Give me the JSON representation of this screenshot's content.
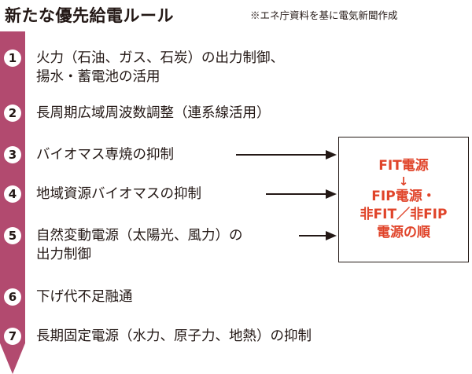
{
  "title": "新たな優先給電ルール",
  "source": "※エネ庁資料を基に電気新聞作成",
  "colors": {
    "band": "#b24a6f",
    "highlight": "#e0442a",
    "text": "#231815"
  },
  "items": [
    {
      "num": "1",
      "line1": "火力（石油、ガス、石炭）の出力制御、",
      "line2": "揚水・蓄電池の活用"
    },
    {
      "num": "2",
      "line1": "長周期広域周波数調整（連系線活用）",
      "line2": ""
    },
    {
      "num": "3",
      "line1": "バイオマス専焼の抑制",
      "line2": ""
    },
    {
      "num": "4",
      "line1": "地域資源バイオマスの抑制",
      "line2": ""
    },
    {
      "num": "5",
      "line1": "自然変動電源（太陽光、風力）の",
      "line2": "出力制御"
    },
    {
      "num": "6",
      "line1": "下げ代不足融通",
      "line2": ""
    },
    {
      "num": "7",
      "line1": "長期固定電源（水力、原子力、地熱）の抑制",
      "line2": ""
    }
  ],
  "box": {
    "line1": "FIT電源",
    "arrow": "↓",
    "line2": "FIP電源・",
    "line3": "非FIT／非FIP",
    "line4": "電源の順"
  }
}
